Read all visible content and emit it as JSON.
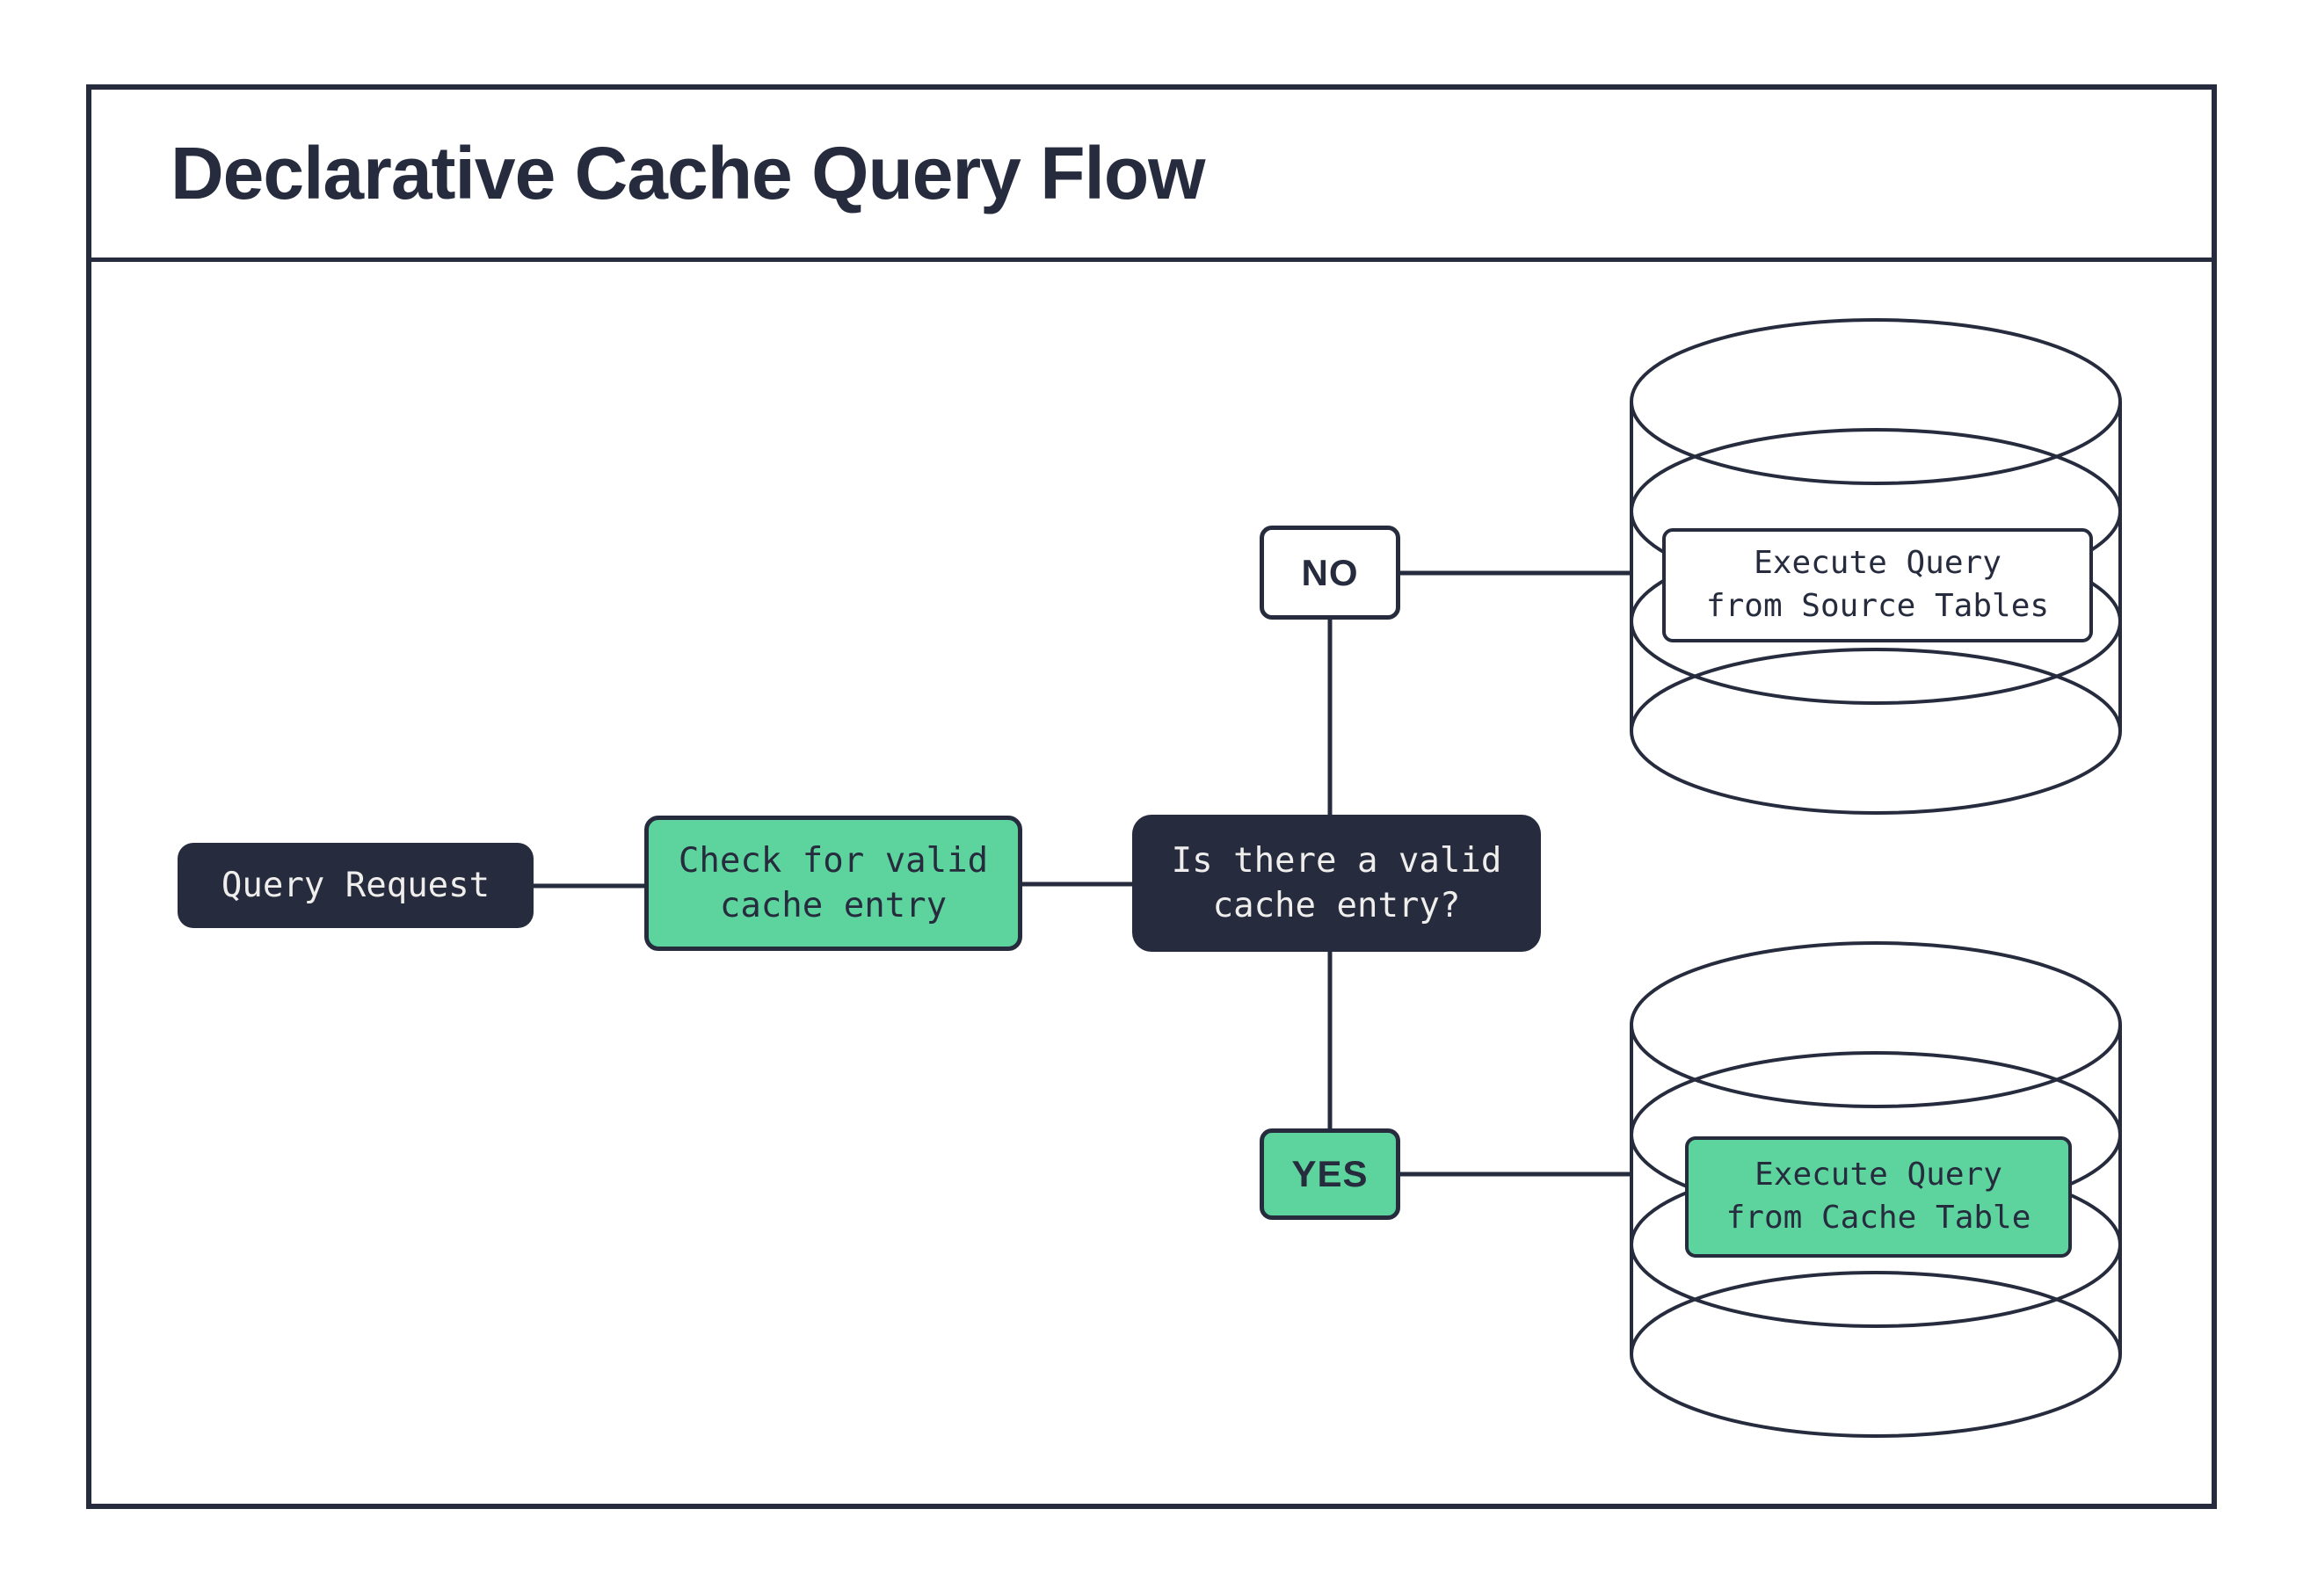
{
  "title": "Declarative Cache Query Flow",
  "colors": {
    "dark_navy": "#262c3d",
    "green": "#5dd39e",
    "white": "#ffffff",
    "light_text": "#efeeec"
  },
  "flow": {
    "query_request": "Query Request",
    "check_cache": "Check for valid\ncache entry",
    "decision": "Is there a valid\ncache entry?",
    "branch_no": "NO",
    "branch_yes": "YES",
    "source_db_action": "Execute Query\nfrom Source Tables",
    "cache_db_action": "Execute Query\nfrom Cache Table"
  }
}
